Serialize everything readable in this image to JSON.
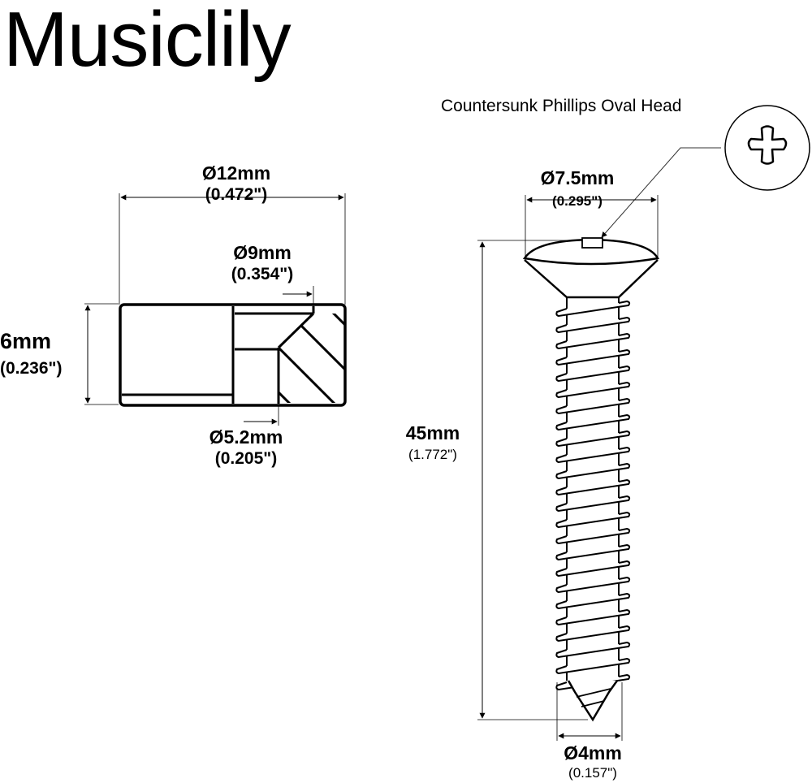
{
  "brand": "Musiclily",
  "screw_head_label": "Countersunk Phillips Oval Head",
  "cap_dimensions": {
    "outer_diameter": {
      "mm": "Ø12mm",
      "inch": "(0.472\")"
    },
    "counterbore_diameter": {
      "mm": "Ø9mm",
      "inch": "(0.354\")"
    },
    "height": {
      "mm": "6mm",
      "inch": "(0.236\")"
    },
    "hole_diameter": {
      "mm": "Ø5.2mm",
      "inch": "(0.205\")"
    }
  },
  "screw_dimensions": {
    "head_diameter": {
      "mm": "Ø7.5mm",
      "inch": "(0.295\")"
    },
    "length": {
      "mm": "45mm",
      "inch": "(1.772\")"
    },
    "shank_diameter": {
      "mm": "Ø4mm",
      "inch": "(0.157\")"
    }
  },
  "colors": {
    "ink": "#000000",
    "background": "#ffffff",
    "leader": "#333333"
  }
}
